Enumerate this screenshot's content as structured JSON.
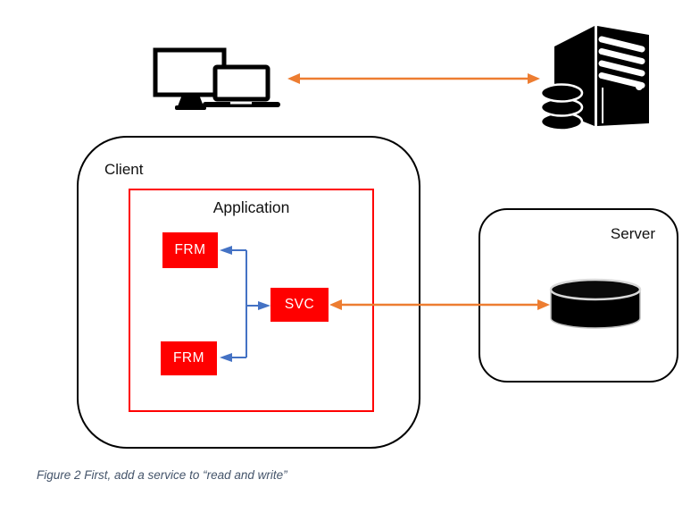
{
  "colors": {
    "orange": "#ED7D31",
    "blue": "#4472C4",
    "red": "#FF0000",
    "outline": "#000000",
    "caption": "#44546A"
  },
  "nodes": {
    "client": {
      "label": "Client"
    },
    "application": {
      "label": "Application"
    },
    "frm_top": {
      "label": "FRM"
    },
    "frm_bottom": {
      "label": "FRM"
    },
    "svc": {
      "label": "SVC"
    },
    "server": {
      "label": "Server"
    }
  },
  "caption": {
    "text": "Figure 2 First, add a service to “read and write”"
  },
  "icons": {
    "devices": "desktop-laptop-icon",
    "server_tower": "server-tower-icon",
    "server_db_stack": "database-stack-icon",
    "database": "database-cylinder-icon",
    "top_link": "double-arrow-orange",
    "svc_db_link": "double-arrow-orange",
    "frm_svc_link": "elbow-arrows-blue"
  }
}
